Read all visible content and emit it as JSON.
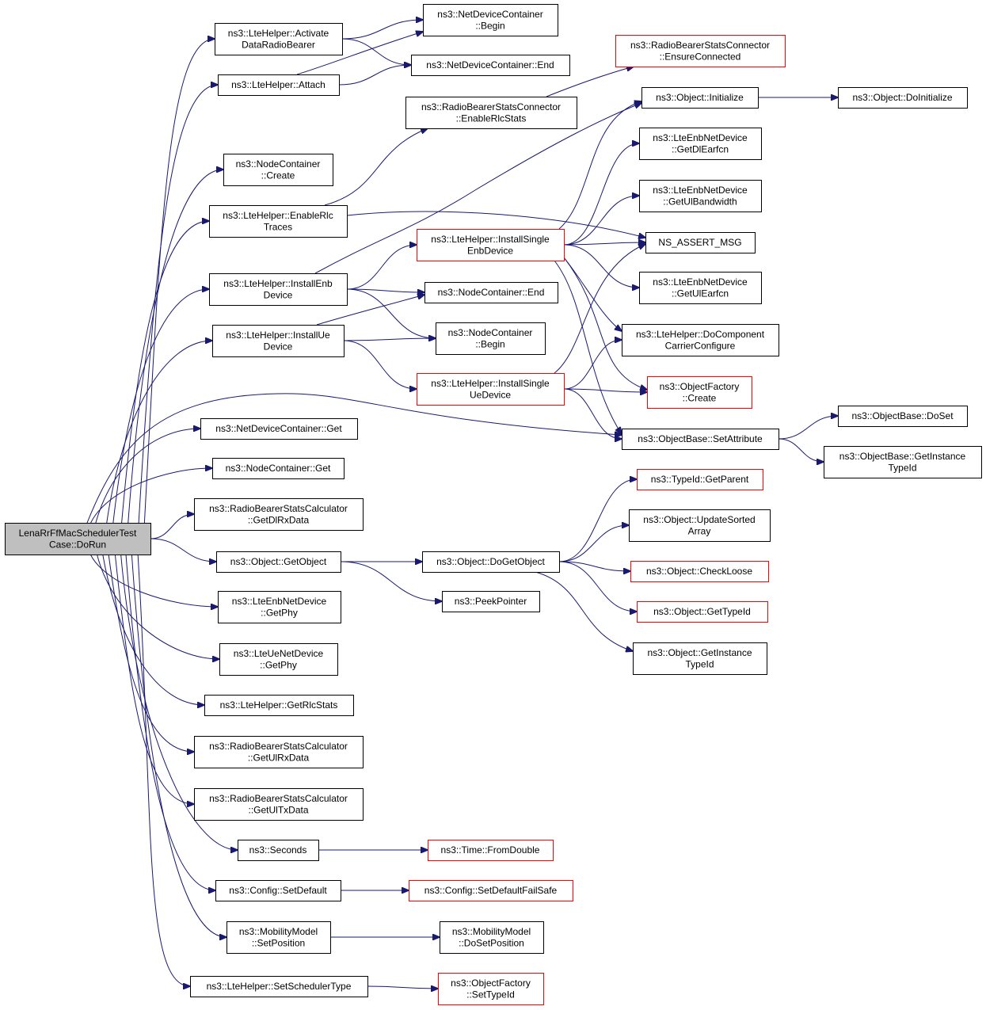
{
  "root": "LenaRrFfMacSchedulerTestCase::DoRun",
  "nodes": {
    "root": {
      "lines": [
        "LenaRrFfMacSchedulerTest",
        "Case::DoRun"
      ],
      "style": "root"
    },
    "adrb": {
      "lines": [
        "ns3::LteHelper::Activate",
        "DataRadioBearer"
      ],
      "style": "black"
    },
    "attach": {
      "lines": [
        "ns3::LteHelper::Attach"
      ],
      "style": "black"
    },
    "ndcBegin": {
      "lines": [
        "ns3::NetDeviceContainer",
        "::Begin"
      ],
      "style": "black"
    },
    "ndcEnd": {
      "lines": [
        "ns3::NetDeviceContainer::End"
      ],
      "style": "black"
    },
    "rbscEnsure": {
      "lines": [
        "ns3::RadioBearerStatsConnector",
        "::EnsureConnected"
      ],
      "style": "red"
    },
    "rbscEnable": {
      "lines": [
        "ns3::RadioBearerStatsConnector",
        "::EnableRlcStats"
      ],
      "style": "black"
    },
    "objInit": {
      "lines": [
        "ns3::Object::Initialize"
      ],
      "style": "black"
    },
    "objDoInit": {
      "lines": [
        "ns3::Object::DoInitialize"
      ],
      "style": "black"
    },
    "ncCreate": {
      "lines": [
        "ns3::NodeContainer",
        "::Create"
      ],
      "style": "black"
    },
    "enableRlc": {
      "lines": [
        "ns3::LteHelper::EnableRlc",
        "Traces"
      ],
      "style": "black"
    },
    "getDlEarfcn": {
      "lines": [
        "ns3::LteEnbNetDevice",
        "::GetDlEarfcn"
      ],
      "style": "black"
    },
    "getUlBw": {
      "lines": [
        "ns3::LteEnbNetDevice",
        "::GetUlBandwidth"
      ],
      "style": "black"
    },
    "assert": {
      "lines": [
        "NS_ASSERT_MSG"
      ],
      "style": "black"
    },
    "installEnb": {
      "lines": [
        "ns3::LteHelper::InstallEnb",
        "Device"
      ],
      "style": "black"
    },
    "installSEnb": {
      "lines": [
        "ns3::LteHelper::InstallSingle",
        "EnbDevice"
      ],
      "style": "red"
    },
    "getUlEarfcn": {
      "lines": [
        "ns3::LteEnbNetDevice",
        "::GetUlEarfcn"
      ],
      "style": "black"
    },
    "ncEnd": {
      "lines": [
        "ns3::NodeContainer::End"
      ],
      "style": "black"
    },
    "installUe": {
      "lines": [
        "ns3::LteHelper::InstallUe",
        "Device"
      ],
      "style": "black"
    },
    "ncBegin": {
      "lines": [
        "ns3::NodeContainer",
        "::Begin"
      ],
      "style": "black"
    },
    "doCcc": {
      "lines": [
        "ns3::LteHelper::DoComponent",
        "CarrierConfigure"
      ],
      "style": "black"
    },
    "installSUe": {
      "lines": [
        "ns3::LteHelper::InstallSingle",
        "UeDevice"
      ],
      "style": "red"
    },
    "ofCreate": {
      "lines": [
        "ns3::ObjectFactory",
        "::Create"
      ],
      "style": "red"
    },
    "setAttr": {
      "lines": [
        "ns3::ObjectBase::SetAttribute"
      ],
      "style": "black"
    },
    "doSet": {
      "lines": [
        "ns3::ObjectBase::DoSet"
      ],
      "style": "black"
    },
    "getInstTid": {
      "lines": [
        "ns3::ObjectBase::GetInstance",
        "TypeId"
      ],
      "style": "black"
    },
    "ndcGet": {
      "lines": [
        "ns3::NetDeviceContainer::Get"
      ],
      "style": "black"
    },
    "ncGet": {
      "lines": [
        "ns3::NodeContainer::Get"
      ],
      "style": "black"
    },
    "getDlRx": {
      "lines": [
        "ns3::RadioBearerStatsCalculator",
        "::GetDlRxData"
      ],
      "style": "black"
    },
    "getParent": {
      "lines": [
        "ns3::TypeId::GetParent"
      ],
      "style": "red"
    },
    "updSorted": {
      "lines": [
        "ns3::Object::UpdateSorted",
        "Array"
      ],
      "style": "black"
    },
    "getObject": {
      "lines": [
        "ns3::Object::GetObject"
      ],
      "style": "black"
    },
    "doGetObject": {
      "lines": [
        "ns3::Object::DoGetObject"
      ],
      "style": "black"
    },
    "checkLoose": {
      "lines": [
        "ns3::Object::CheckLoose"
      ],
      "style": "red"
    },
    "enbGetPhy": {
      "lines": [
        "ns3::LteEnbNetDevice",
        "::GetPhy"
      ],
      "style": "black"
    },
    "peek": {
      "lines": [
        "ns3::PeekPointer"
      ],
      "style": "black"
    },
    "getTypeId": {
      "lines": [
        "ns3::Object::GetTypeId"
      ],
      "style": "red"
    },
    "ueGetPhy": {
      "lines": [
        "ns3::LteUeNetDevice",
        "::GetPhy"
      ],
      "style": "black"
    },
    "objGetInst": {
      "lines": [
        "ns3::Object::GetInstance",
        "TypeId"
      ],
      "style": "black"
    },
    "getRlcStats": {
      "lines": [
        "ns3::LteHelper::GetRlcStats"
      ],
      "style": "black"
    },
    "getUlRx": {
      "lines": [
        "ns3::RadioBearerStatsCalculator",
        "::GetUlRxData"
      ],
      "style": "black"
    },
    "getUlTx": {
      "lines": [
        "ns3::RadioBearerStatsCalculator",
        "::GetUlTxData"
      ],
      "style": "black"
    },
    "seconds": {
      "lines": [
        "ns3::Seconds"
      ],
      "style": "black"
    },
    "fromDouble": {
      "lines": [
        "ns3::Time::FromDouble"
      ],
      "style": "red"
    },
    "setDefault": {
      "lines": [
        "ns3::Config::SetDefault"
      ],
      "style": "black"
    },
    "setDefFs": {
      "lines": [
        "ns3::Config::SetDefaultFailSafe"
      ],
      "style": "red"
    },
    "mmSetPos": {
      "lines": [
        "ns3::MobilityModel",
        "::SetPosition"
      ],
      "style": "black"
    },
    "mmDoSetPos": {
      "lines": [
        "ns3::MobilityModel",
        "::DoSetPosition"
      ],
      "style": "black"
    },
    "setSched": {
      "lines": [
        "ns3::LteHelper::SetSchedulerType"
      ],
      "style": "black"
    },
    "ofSetTid": {
      "lines": [
        "ns3::ObjectFactory",
        "::SetTypeId"
      ],
      "style": "red"
    }
  },
  "edges": [
    [
      "root",
      "adrb"
    ],
    [
      "root",
      "attach"
    ],
    [
      "root",
      "ncCreate"
    ],
    [
      "root",
      "enableRlc"
    ],
    [
      "root",
      "installEnb"
    ],
    [
      "root",
      "installUe"
    ],
    [
      "root",
      "setAttr"
    ],
    [
      "root",
      "ndcGet"
    ],
    [
      "root",
      "ncGet"
    ],
    [
      "root",
      "getDlRx"
    ],
    [
      "root",
      "getObject"
    ],
    [
      "root",
      "enbGetPhy"
    ],
    [
      "root",
      "ueGetPhy"
    ],
    [
      "root",
      "getRlcStats"
    ],
    [
      "root",
      "getUlRx"
    ],
    [
      "root",
      "getUlTx"
    ],
    [
      "root",
      "seconds"
    ],
    [
      "root",
      "setDefault"
    ],
    [
      "root",
      "mmSetPos"
    ],
    [
      "root",
      "setSched"
    ],
    [
      "adrb",
      "ndcBegin"
    ],
    [
      "adrb",
      "ndcEnd"
    ],
    [
      "attach",
      "ndcBegin"
    ],
    [
      "attach",
      "ndcEnd"
    ],
    [
      "rbscEnable",
      "rbscEnsure"
    ],
    [
      "enableRlc",
      "rbscEnable"
    ],
    [
      "enableRlc",
      "assert"
    ],
    [
      "installEnb",
      "objInit"
    ],
    [
      "installEnb",
      "installSEnb"
    ],
    [
      "installEnb",
      "ncEnd"
    ],
    [
      "installEnb",
      "ncBegin"
    ],
    [
      "installUe",
      "ncEnd"
    ],
    [
      "installUe",
      "ncBegin"
    ],
    [
      "installUe",
      "installSUe"
    ],
    [
      "installSEnb",
      "objInit"
    ],
    [
      "installSEnb",
      "getDlEarfcn"
    ],
    [
      "installSEnb",
      "getUlBw"
    ],
    [
      "installSEnb",
      "assert"
    ],
    [
      "installSEnb",
      "getUlEarfcn"
    ],
    [
      "installSEnb",
      "doCcc"
    ],
    [
      "installSEnb",
      "ofCreate"
    ],
    [
      "installSEnb",
      "setAttr"
    ],
    [
      "installSUe",
      "assert"
    ],
    [
      "installSUe",
      "doCcc"
    ],
    [
      "installSUe",
      "ofCreate"
    ],
    [
      "installSUe",
      "setAttr"
    ],
    [
      "objInit",
      "objDoInit"
    ],
    [
      "setAttr",
      "doSet"
    ],
    [
      "setAttr",
      "getInstTid"
    ],
    [
      "getObject",
      "doGetObject"
    ],
    [
      "getObject",
      "peek"
    ],
    [
      "doGetObject",
      "getParent"
    ],
    [
      "doGetObject",
      "updSorted"
    ],
    [
      "doGetObject",
      "checkLoose"
    ],
    [
      "doGetObject",
      "getTypeId"
    ],
    [
      "doGetObject",
      "objGetInst"
    ],
    [
      "seconds",
      "fromDouble"
    ],
    [
      "setDefault",
      "setDefFs"
    ],
    [
      "mmSetPos",
      "mmDoSetPos"
    ],
    [
      "setSched",
      "ofSetTid"
    ]
  ]
}
